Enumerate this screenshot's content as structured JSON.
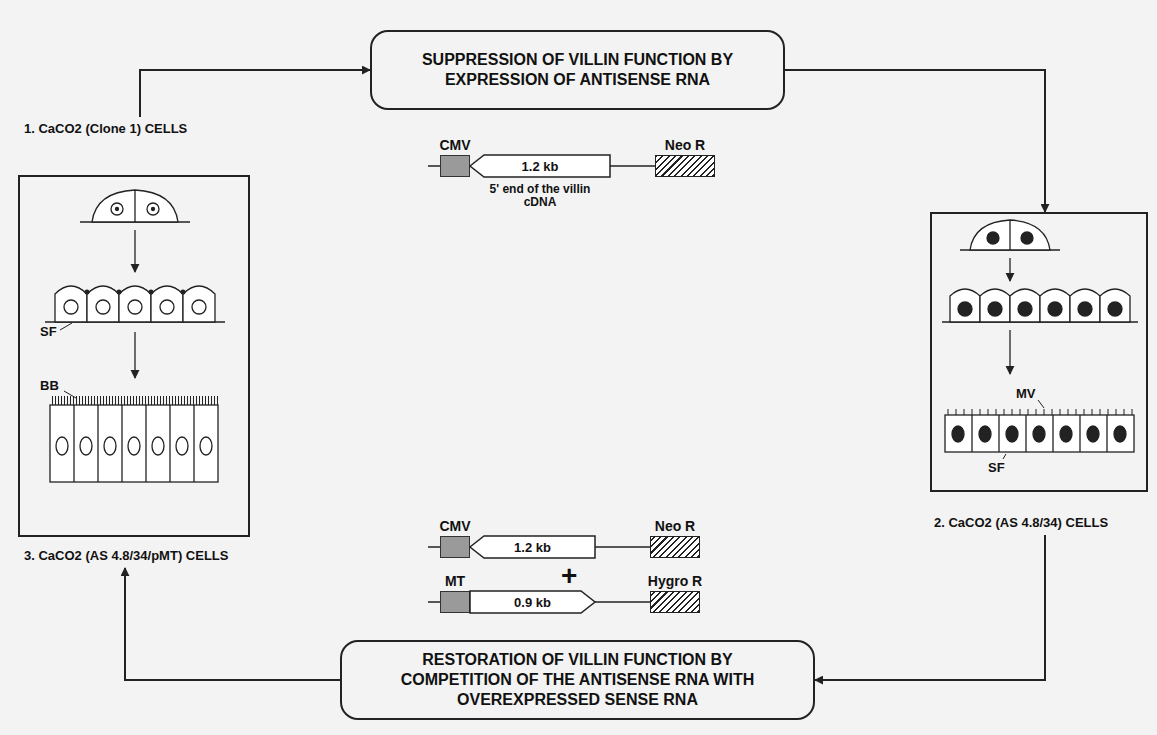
{
  "diagram": {
    "nodes": [
      {
        "text": [
          "SUPPRESSION OF VILLIN FUNCTION BY EXPRESSION OF ANTISENSE RNA"
        ]
      },
      {
        "text": [
          "1. CaCO2 (Clone 1) CELLS",
          "3. CaCO2 (AS 4.8/34/pMT) CELLS"
        ]
      },
      {
        "text": [
          "CMV"
        ]
      },
      {
        "text": [
          "1.2 kb"
        ]
      },
      {
        "text": [
          "Neo R"
        ]
      },
      {
        "text": [
          "2. CaCO2 (AS 4.8/34) CELLS"
        ]
      },
      {
        "text": [
          "CMV"
        ]
      },
      {
        "text": [
          "1.2 kb"
        ]
      },
      {
        "text": [
          "Neo R"
        ]
      },
      {
        "text": [
          "MT"
        ]
      },
      {
        "text": [
          "0.9 kb"
        ]
      },
      {
        "text": [
          "Hygro R"
        ]
      },
      {
        "text": [
          "RESTORATION OF VILLIN FUNCTION BY COMPETITION OF THE ANTISENSE RNA WITH OVEREXPRESSED SENSE RNA"
        ]
      }
    ],
    "edges": [
      {
        "from": 1,
        "to": 0,
        "arrow": "to"
      },
      {
        "from": 0,
        "to": 5,
        "arrow": "to"
      },
      {
        "from": 5,
        "to": 12,
        "arrow": "to"
      },
      {
        "from": 12,
        "to": 1,
        "arrow": "to"
      },
      {
        "from": 3,
        "to": 4,
        "arrow": "none"
      },
      {
        "from": 7,
        "to": 8,
        "arrow": "none"
      },
      {
        "from": 10,
        "to": 11,
        "arrow": "none"
      }
    ],
    "labels": [
      "5' end of the villin cDNA",
      "SF",
      "BB",
      "MV",
      "SF",
      "+"
    ]
  }
}
